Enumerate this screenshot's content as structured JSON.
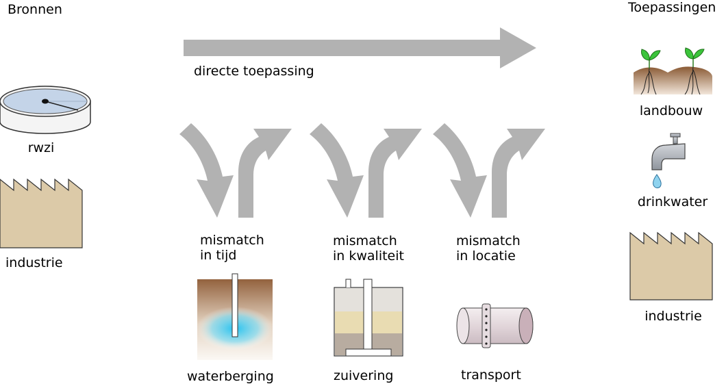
{
  "headers": {
    "sources": "Bronnen",
    "applications": "Toepassingen"
  },
  "sources": {
    "rwzi": "rwzi",
    "industry": "industrie"
  },
  "direct_arrow": {
    "label": "directe toepassing"
  },
  "mismatches": [
    {
      "line1": "mismatch",
      "line2": "in tijd",
      "solution": "waterberging"
    },
    {
      "line1": "mismatch",
      "line2": "in kwaliteit",
      "solution": "zuivering"
    },
    {
      "line1": "mismatch",
      "line2": "in locatie",
      "solution": "transport"
    }
  ],
  "applications": {
    "agriculture": "landbouw",
    "drinking_water": "drinkwater",
    "industry": "industrie"
  },
  "colors": {
    "arrow": "#b2b2b2",
    "factory": "#dccaa8",
    "soil": "#9a6a45",
    "water": "#2ec9ee",
    "leaf": "#3bc43b",
    "tank_water": "#c3d3e6",
    "pipe": "#e8dde0"
  }
}
